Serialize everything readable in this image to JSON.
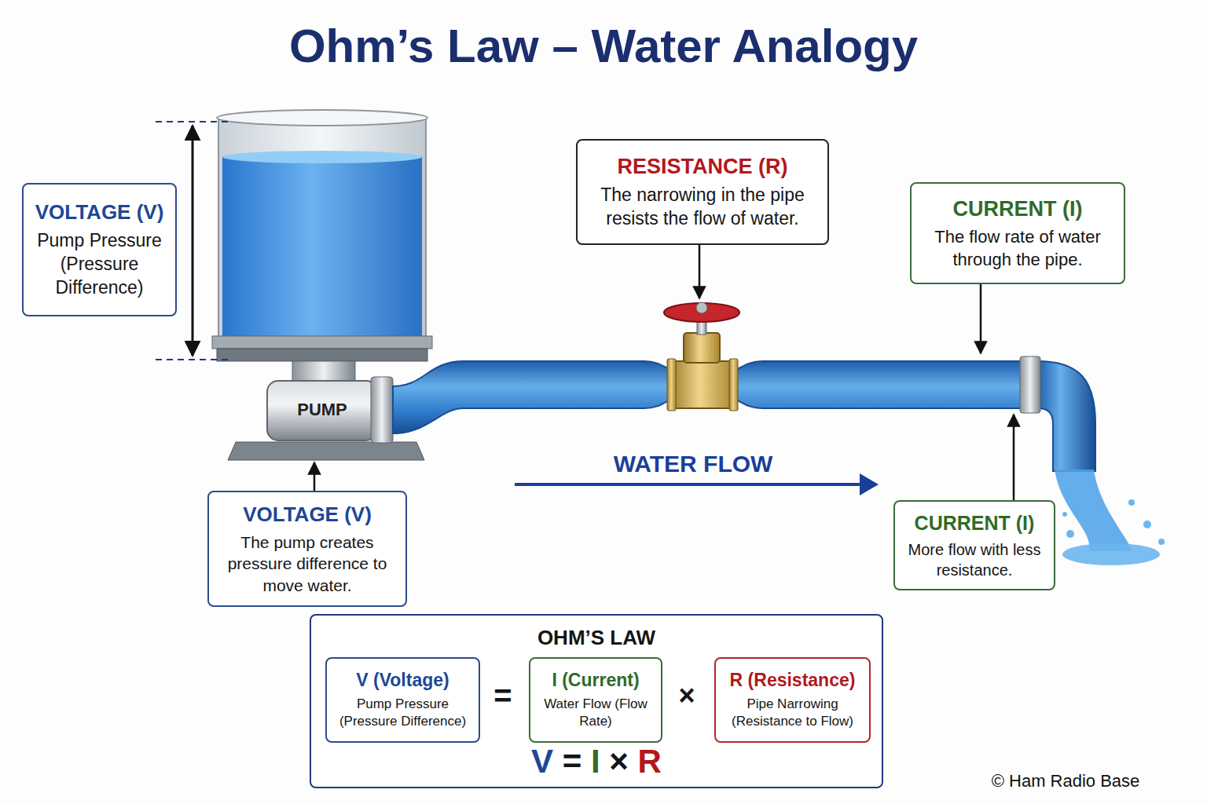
{
  "diagram": {
    "title": "Ohm’s Law – Water Analogy",
    "nodes": [
      {
        "text": [
          "VOLTAGE (V)",
          "Pump Pressure (Pressure Difference)"
        ]
      },
      {
        "text": [
          "RESISTANCE (R)",
          "The narrowing in the pipe resists the flow of water."
        ]
      },
      {
        "text": [
          "CURRENT (I)",
          "The flow rate of water through the pipe."
        ]
      },
      {
        "text": [
          "VOLTAGE (V)",
          "The pump creates pressure difference to move water."
        ]
      },
      {
        "text": [
          "CURRENT (I)",
          "More flow with less resistance."
        ]
      },
      {
        "text": [
          "OHM’S LAW",
          "V = I × R"
        ]
      },
      {
        "text": [
          "V (Voltage)",
          "Pump Pressure (Pressure Difference)"
        ],
        "in": 5
      },
      {
        "text": [
          "I (Current)",
          "Water Flow (Flow Rate)"
        ],
        "in": 5
      },
      {
        "text": [
          "R (Resistance)",
          "Pipe Narrowing (Resistance to Flow)"
        ],
        "in": 5
      }
    ],
    "labels": [
      "PUMP",
      "WATER FLOW",
      "=",
      "×",
      "© Ham Radio Base"
    ]
  }
}
